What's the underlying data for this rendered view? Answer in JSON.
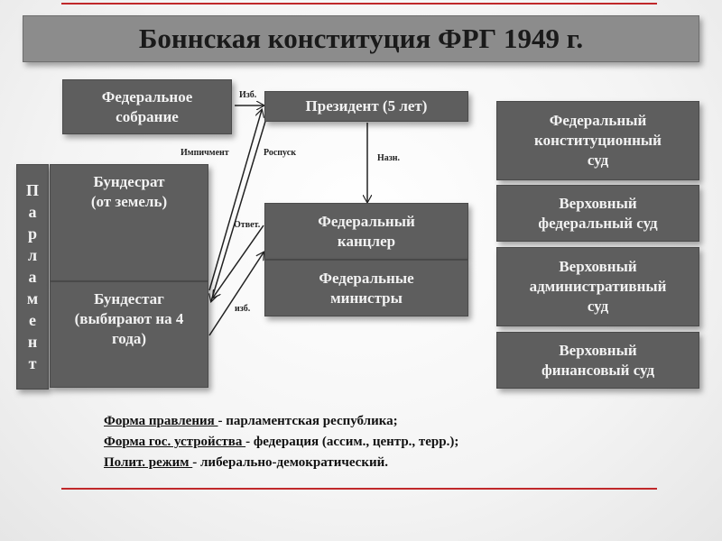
{
  "title": "Боннская конституция ФРГ 1949 г.",
  "boxes": {
    "federal_assembly": "Федеральное\nсобрание",
    "president": "Президент (5 лет)",
    "bundesrat": "Бундесрат\n(от земель)",
    "bundestag": "Бундестаг\n(выбирают на 4\nгода)",
    "chancellor": "Федеральный\nканцлер",
    "ministers": "Федеральные\nминистры",
    "const_court": "Федеральный\nконституционный\nсуд",
    "supreme_fed_court": "Верховный\nфедеральный суд",
    "supreme_admin_court": "Верховный\nадминистративный\nсуд",
    "supreme_fin_court": "Верховный\nфинансовый суд"
  },
  "parliament_letters": [
    "П",
    "а",
    "р",
    "л",
    "а",
    "м",
    "е",
    "н",
    "т"
  ],
  "labels": {
    "izb_top": "Изб.",
    "impeachment": "Импичмент",
    "dissolution": "Роспуск",
    "nazn": "Назн.",
    "otvet": "Ответ.",
    "izb_bottom": "изб."
  },
  "notes": [
    {
      "term": "Форма правления ",
      "rest": "- парламентская республика;"
    },
    {
      "term": "Форма гос. устройства ",
      "rest": "- федерация (ассим., центр., терр.);"
    },
    {
      "term": "Полит. режим ",
      "rest": "- либерально-демократический."
    }
  ]
}
